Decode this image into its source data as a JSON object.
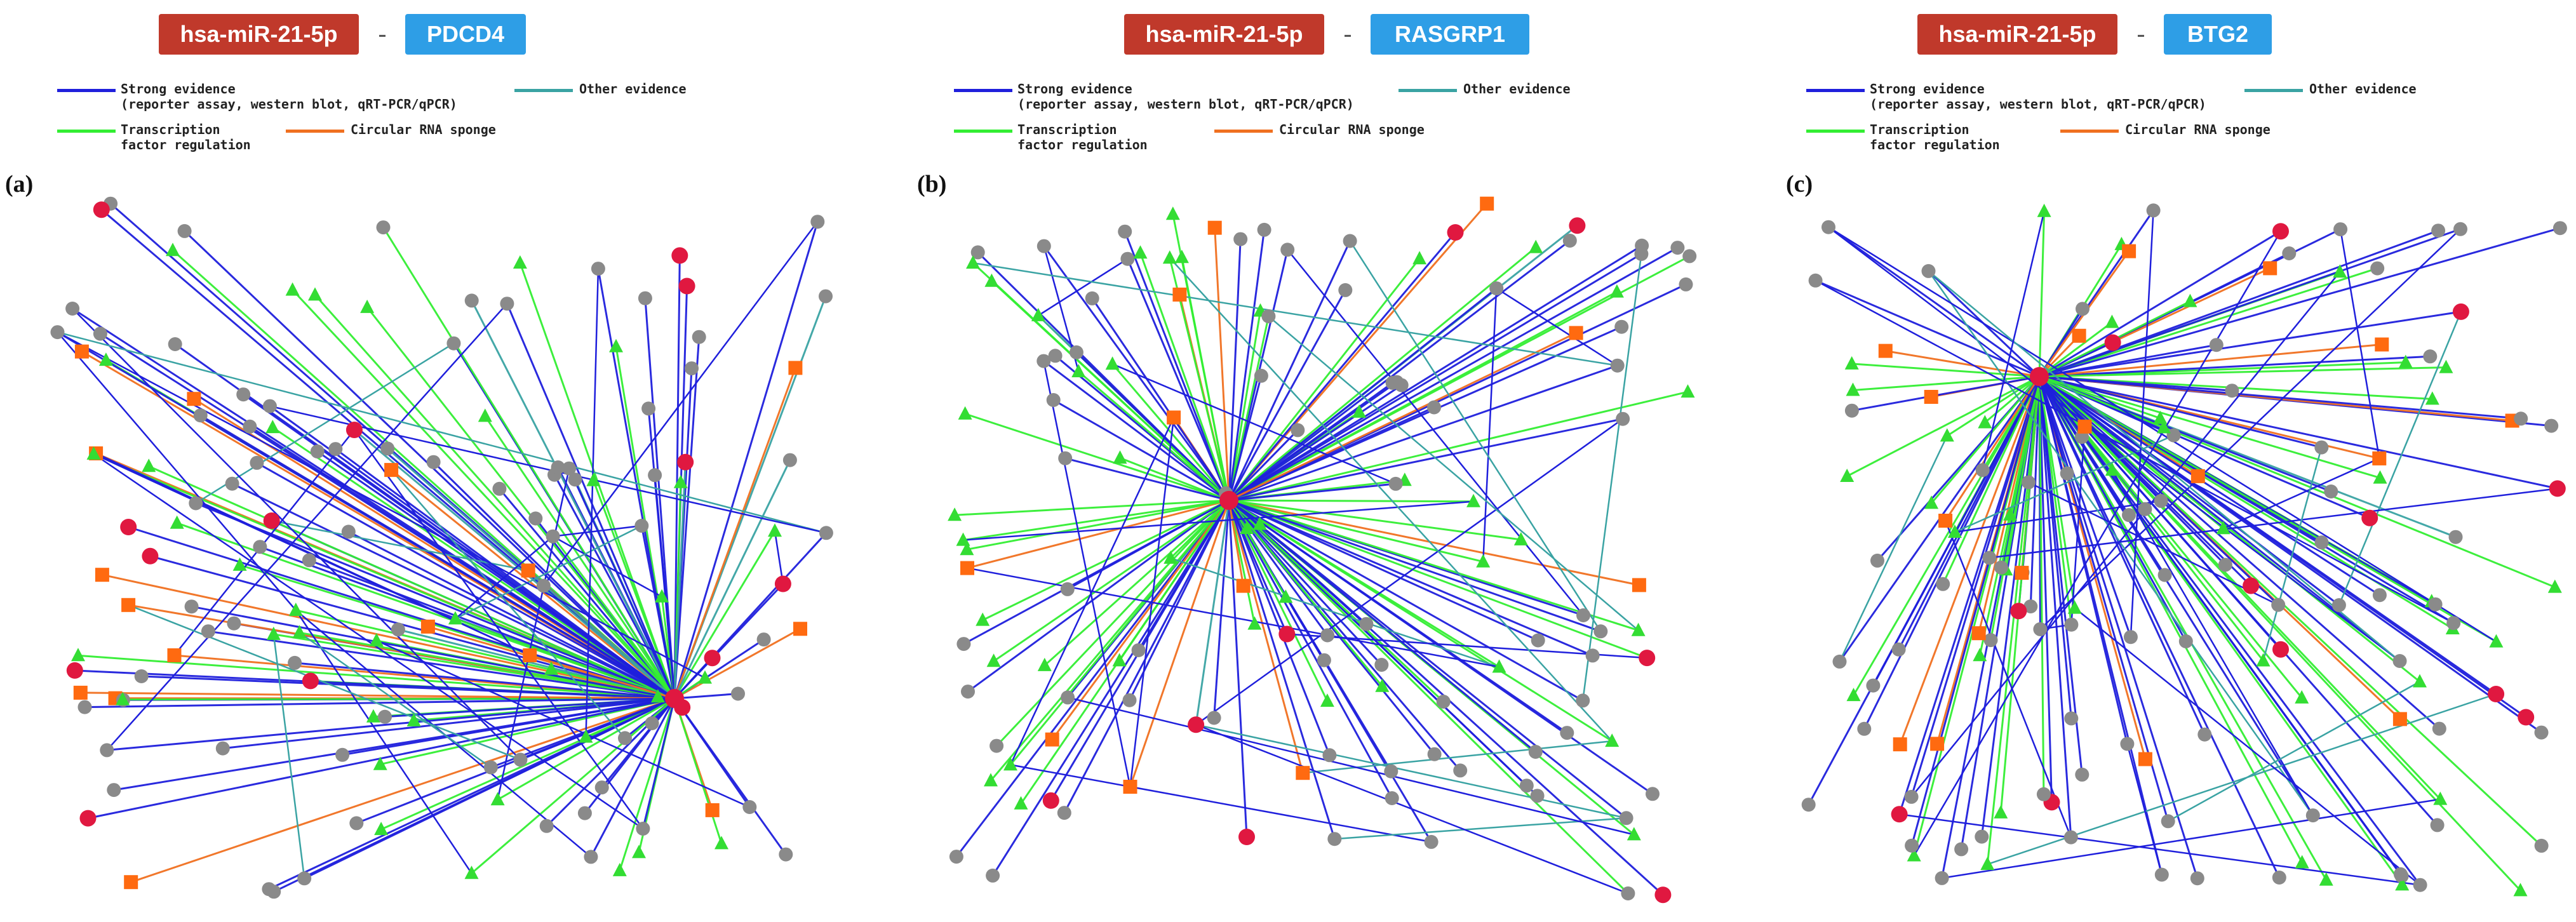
{
  "legend": {
    "strong": "Strong evidence",
    "strong_detail": "(reporter assay, western blot, qRT-PCR/qPCR)",
    "other": "Other evidence",
    "tf": "Transcription",
    "tf2": "factor regulation",
    "circ": "Circular RNA sponge",
    "colors": {
      "strong": "#1f1fdc",
      "other": "#3aa3a3",
      "tf": "#33ee33",
      "circ": "#f07020"
    }
  },
  "node_colors": {
    "gene": "#8a8a8a",
    "mirna": "#e01840",
    "tf": "#33dd33",
    "circ": "#ff6a10"
  },
  "panels": [
    {
      "label": "(a)",
      "mirna": "hsa-miR-21-5p",
      "target": "PDCD4"
    },
    {
      "label": "(b)",
      "mirna": "hsa-miR-21-5p",
      "target": "RASGRP1"
    },
    {
      "label": "(c)",
      "mirna": "hsa-miR-21-5p",
      "target": "BTG2"
    }
  ]
}
